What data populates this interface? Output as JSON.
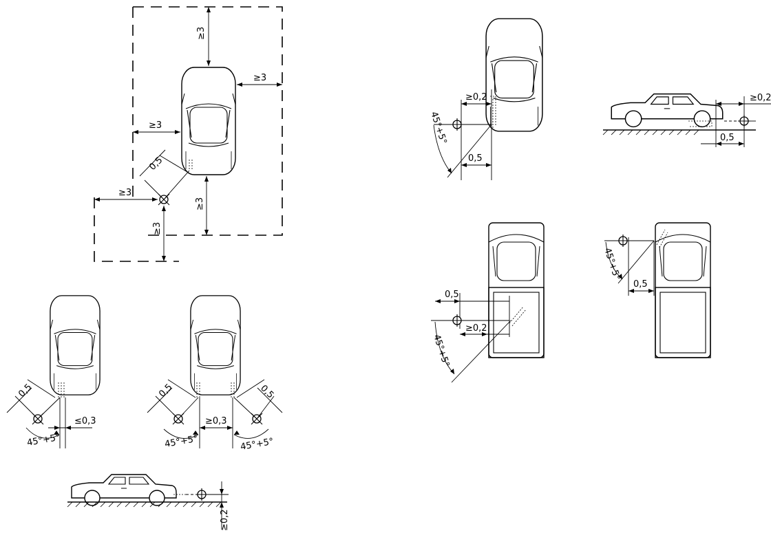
{
  "labels": {
    "ge3": "≥3",
    "d05": "0,5",
    "le03": "≤0,3",
    "ge03": "≥0,3",
    "ge02": "≥0,2",
    "angle": "45°+5°"
  }
}
